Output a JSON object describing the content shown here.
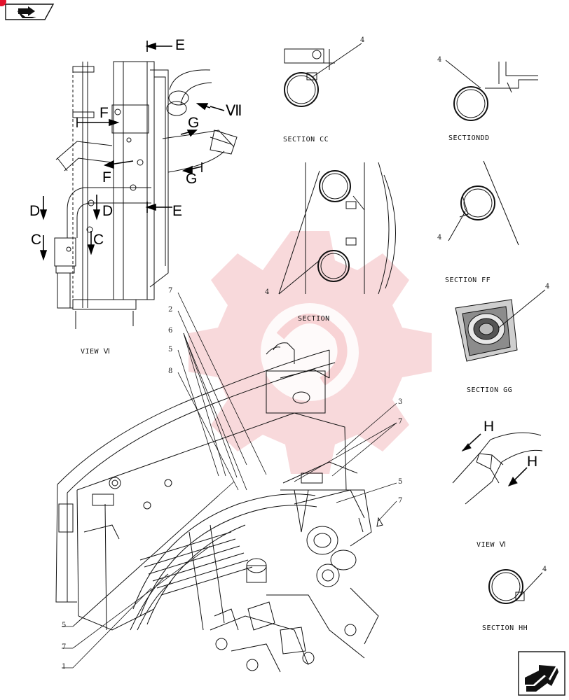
{
  "labels": {
    "view_top": "VIEW Ⅵ",
    "view_bottom": "VIEW Ⅵ",
    "section_cc": "SECTION CC",
    "section_dd": "SECTIONDD",
    "section_ff": "SECTION FF",
    "section_gg": "SECTION GG",
    "section_hh": "SECTION HH",
    "section_plain": "SECTION"
  },
  "section_letters": {
    "e_top": "E",
    "e_mid": "E",
    "vii": "Ⅶ",
    "f_top": "F",
    "f_mid": "F",
    "g_top": "G",
    "g_mid": "G",
    "d_left": "D",
    "d_right": "D",
    "c_left": "C",
    "c_right": "C",
    "h_left": "H",
    "h_right": "H"
  },
  "callouts": {
    "cc_4": "4",
    "dd_4": "4",
    "ff_4": "4",
    "gg_4": "4",
    "hh_4": "4",
    "sec_4": "4",
    "c7a": "7",
    "c2": "2",
    "c6": "6",
    "c5a": "5",
    "c8": "8",
    "c3": "3",
    "c7b": "7",
    "c5b": "5",
    "c7c": "7",
    "c5c": "5",
    "c7d": "7",
    "c1": "1"
  },
  "colors": {
    "line": "#111111",
    "watermark": "#f3b9bd",
    "pin": "#e3142d"
  },
  "icons": {
    "nav_top": "book-arrow-icon",
    "nav_bottom": "next-page-arrow-icon"
  }
}
